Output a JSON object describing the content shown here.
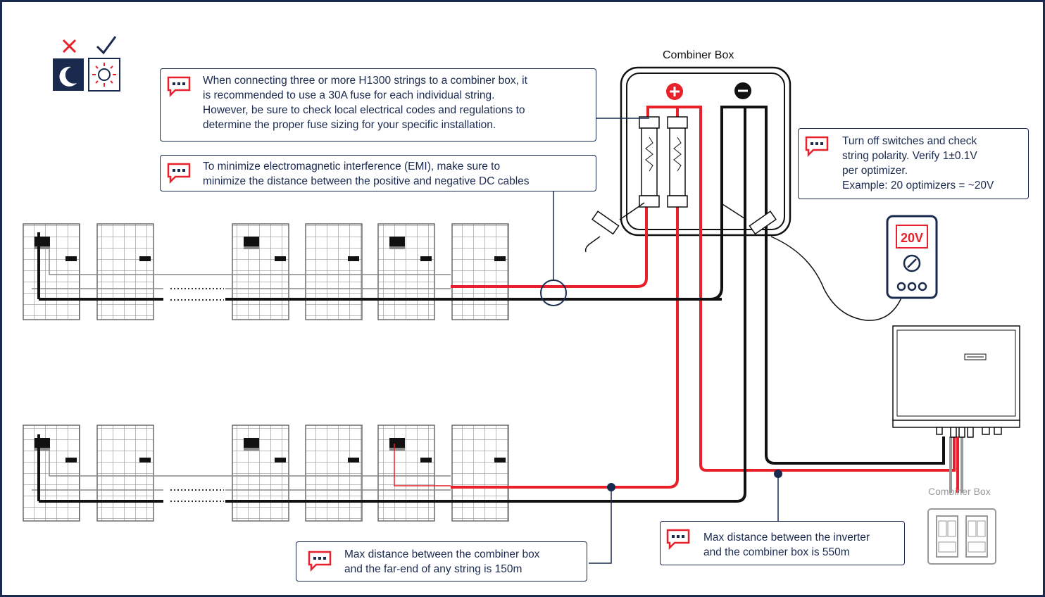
{
  "combiner_box_label": "Combiner Box",
  "small_combiner_box_label": "Combiner Box",
  "meter_reading": "20V",
  "callouts": {
    "fuse": {
      "lines": [
        "When connecting three or more H1300 strings to a combiner box, it",
        "is recommended to use a 30A fuse for each individual string.",
        "However, be sure to check local electrical codes and regulations to",
        "determine the proper fuse sizing for your specific installation."
      ]
    },
    "emi": {
      "lines": [
        "To minimize electromagnetic interference (EMI), make sure to",
        "minimize the distance between the positive and negative DC cables"
      ]
    },
    "polarity": {
      "lines": [
        "Turn off switches and check",
        "string polarity. Verify 1±0.1V",
        "per optimizer.",
        "Example: 20 optimizers = ~20V"
      ]
    },
    "string_distance": {
      "lines": [
        "Max distance between the combiner box",
        "and the far-end of any string is 150m"
      ]
    },
    "inverter_distance": {
      "lines": [
        "Max distance between the inverter",
        "and the combiner box is 550m"
      ]
    }
  },
  "colors": {
    "frame": "#1a2a4f",
    "positive_cable": "#e8202a",
    "negative_cable": "#111111",
    "incorrect_mark": "#e8202a",
    "correct_mark": "#1a2a4f"
  }
}
